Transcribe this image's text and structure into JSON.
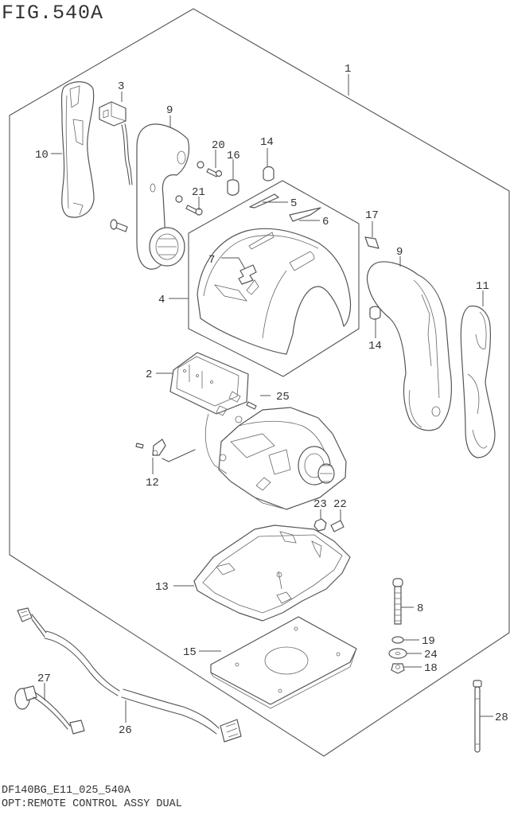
{
  "figure": {
    "title": "FIG.540A",
    "code": "DF140BG_E11_025_540A",
    "caption": "OPT:REMOTE CONTROL ASSY DUAL"
  },
  "callouts": {
    "c1": "1",
    "c2": "2",
    "c3": "3",
    "c4": "4",
    "c5": "5",
    "c6": "6",
    "c7": "7",
    "c8": "8",
    "c9a": "9",
    "c9b": "9",
    "c10": "10",
    "c11": "11",
    "c12": "12",
    "c13": "13",
    "c14a": "14",
    "c14b": "14",
    "c15": "15",
    "c16": "16",
    "c17": "17",
    "c18": "18",
    "c19": "19",
    "c20": "20",
    "c21": "21",
    "c22": "22",
    "c23": "23",
    "c24": "24",
    "c25": "25",
    "c26": "26",
    "c27": "27",
    "c28": "28"
  }
}
